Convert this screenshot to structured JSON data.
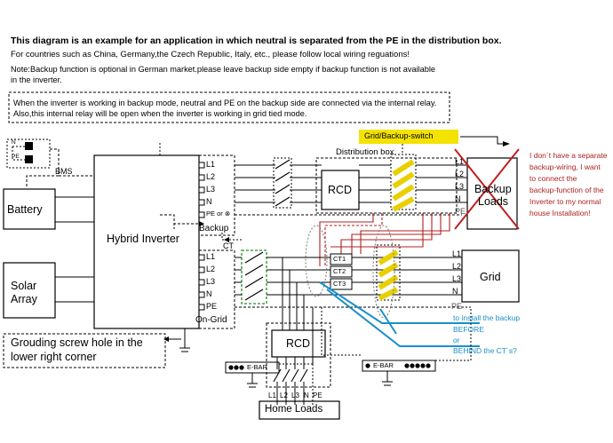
{
  "header": {
    "title": "This diagram is an example for an application in which neutral is separated from the PE in the distribution box.",
    "countries": "For countries such as China, Germany,the Czech Republic, Italy, etc., please follow local wiring reguations!",
    "note": "Note:Backup function is optional in German market.please leave backup side empty if backup function is not available in the inverter.",
    "relay_note": "When the inverter is working in backup mode, neutral and PE on the backup side are connected via the internal relay. Also,this internal relay will be open when the inverter is working in grid tied mode."
  },
  "blocks": {
    "battery": "Battery",
    "solar_line1": "Solar",
    "solar_line2": "Array",
    "inverter": "Hybrid Inverter",
    "bms": "BMS",
    "backup": "Backup",
    "on_grid": "On-Grid",
    "ct": "CT",
    "rcd_top": "RCD",
    "rcd_bottom": "RCD",
    "distribution_box": "Distribution box",
    "switch_label": "Grid/Backup-switch",
    "backup_loads_1": "Backup",
    "backup_loads_2": "Loads",
    "grid": "Grid",
    "home_loads": "Home Loads",
    "ebar_left": "E-BAR",
    "ebar_right": "E-BAR",
    "ground_line1": "Grouding screw hole  in the",
    "ground_line2": "lower right corner",
    "meter_n": "N",
    "meter_pe": "PE"
  },
  "terminals": {
    "backup": [
      "L1",
      "L2",
      "L3",
      "N",
      "PE or ⊗"
    ],
    "on_grid": [
      "L1",
      "L2",
      "L3",
      "N",
      "PE"
    ],
    "dist_out": [
      "L1",
      "L2",
      "L3",
      "N",
      "PE"
    ],
    "grid_in": [
      "L1",
      "L2",
      "L3",
      "N",
      "PE"
    ],
    "ct": [
      "CT1",
      "CT2",
      "CT3"
    ],
    "home": [
      "L1",
      "L2",
      "L3",
      "N",
      "PE"
    ]
  },
  "annotations": {
    "red_note": [
      "I don´t have a separate",
      "backup-wiring, I want",
      "to connect the",
      "backup-function of the",
      "Inverter to my normal",
      "house Installation!"
    ],
    "blue_note": [
      "to install the backup",
      "BEFORE",
      "or",
      "BEHIND the CT´s?"
    ]
  },
  "colors": {
    "red_wire": "#b02020",
    "blue_annotation": "#1a8fc8",
    "switch_yellow": "#f4e200",
    "ct_green": "#2a8a2a"
  }
}
